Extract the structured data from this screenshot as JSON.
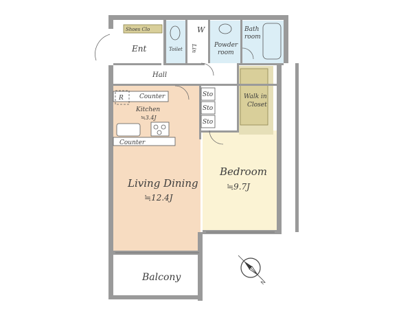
{
  "rooms": {
    "shoes_closet": "Shoes Clo",
    "entrance": "Ent",
    "toilet": "Toilet",
    "linen": "Lin",
    "washer": "W",
    "powder_room": [
      "Powder",
      "room"
    ],
    "bathroom": [
      "Bath",
      "room"
    ],
    "hall": "Hall",
    "refrigerator": "R",
    "counter_top": "Counter",
    "kitchen": "Kitchen",
    "kitchen_area": "≒3.4J",
    "counter_bottom": "Counter",
    "storage": [
      "Sto",
      "Sto",
      "Sto"
    ],
    "walkin_closet": [
      "Walk in",
      "Closet"
    ],
    "living_dining": "Living Dining",
    "living_dining_area": "≒12.4J",
    "bedroom": "Bedroom",
    "bedroom_area": "≒9.7J",
    "balcony": "Balcony"
  },
  "compass": {
    "north_label": "N"
  },
  "colors": {
    "wall": "#9a9a9a",
    "living": "#f7dcc1",
    "bedroom": "#fbf3d4",
    "wet_area": "#dbeef6",
    "closet": "#e6dfb8",
    "closet_inner": "#d9cf9a",
    "text": "#3c3c3c"
  }
}
